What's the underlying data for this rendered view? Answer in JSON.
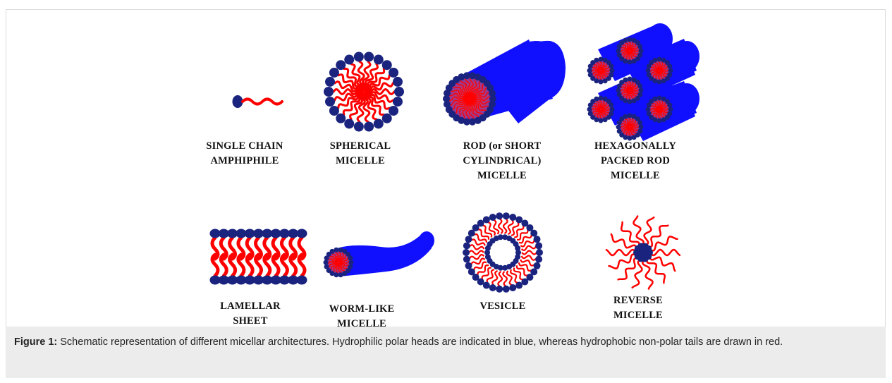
{
  "structures": [
    {
      "id": "single-chain",
      "label": "SINGLE CHAIN\nAMPHIPHILE"
    },
    {
      "id": "spherical",
      "label": "SPHERICAL\nMICELLE"
    },
    {
      "id": "rod",
      "label": "ROD (or SHORT\nCYLINDRICAL)\nMICELLE"
    },
    {
      "id": "hexagonal",
      "label": "HEXAGONALLY\nPACKED ROD\nMICELLE"
    },
    {
      "id": "lamellar",
      "label": "LAMELLAR\nSHEET"
    },
    {
      "id": "wormlike",
      "label": "WORM-LIKE\nMICELLE"
    },
    {
      "id": "vesicle",
      "label": "VESICLE"
    },
    {
      "id": "reverse",
      "label": "REVERSE\nMICELLE"
    }
  ],
  "caption": {
    "title": "Figure 1:",
    "text": " Schematic representation of different micellar architectures. Hydrophilic polar heads are indicated in blue, whereas hydrophobic non-polar tails are drawn in red."
  },
  "colors": {
    "head": "#1a237e",
    "tail": "#ff0000",
    "cylinder": "#1010ff",
    "core": "#8b3aa8"
  }
}
